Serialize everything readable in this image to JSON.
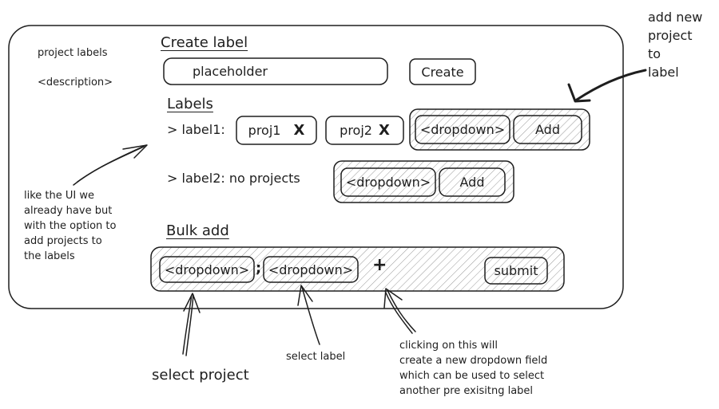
{
  "sidebar": {
    "title": "project labels",
    "description": "<description>"
  },
  "create_label": {
    "heading": "Create label",
    "input_placeholder": "placeholder",
    "create_button": "Create"
  },
  "labels": {
    "heading": "Labels",
    "label1": {
      "text": "> label1:",
      "chips": [
        {
          "name": "proj1",
          "remove": "X"
        },
        {
          "name": "proj2",
          "remove": "X"
        }
      ],
      "dropdown": "<dropdown>",
      "add_button": "Add"
    },
    "label2": {
      "text": "> label2: no projects",
      "dropdown": "<dropdown>",
      "add_button": "Add"
    }
  },
  "bulk_add": {
    "heading": "Bulk add",
    "project_dropdown": "<dropdown>",
    "separator": ";",
    "label_dropdown": "<dropdown>",
    "plus": "+",
    "submit_button": "submit"
  },
  "annotations": {
    "add_new_project": [
      "add new",
      "project",
      "to",
      "label"
    ],
    "like_ui": [
      "like the UI we",
      "already have but",
      "with the option to",
      "add projects to",
      "the labels"
    ],
    "select_project": "select project",
    "select_label": "select label",
    "clicking": [
      "clicking on this will",
      "create a new dropdown field",
      "which can be used to select",
      "another pre exisitng label"
    ]
  }
}
